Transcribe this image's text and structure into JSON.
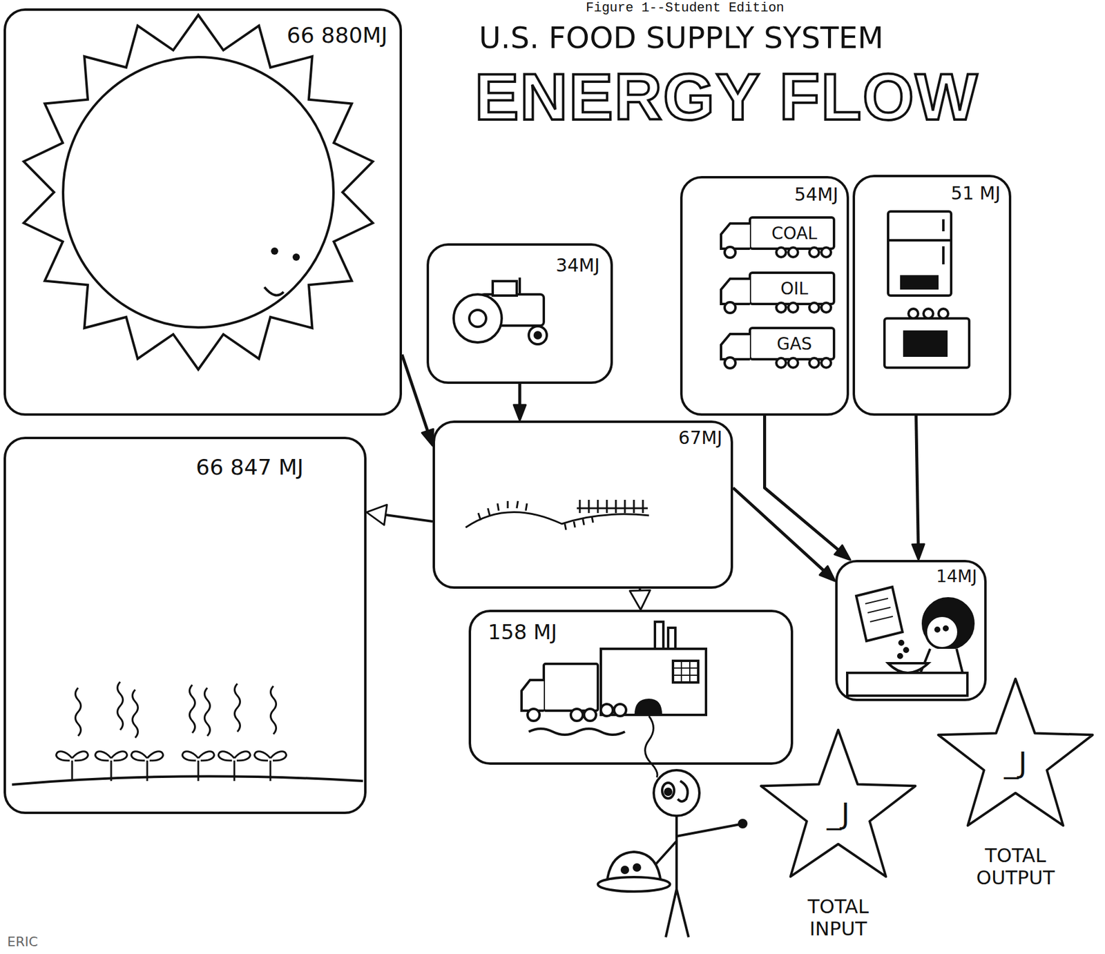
{
  "diagram": {
    "title": "ENERGY FLOW",
    "nodes": [
      {
        "text": [
          "66 880MJ"
        ]
      },
      {
        "text": [
          "34MJ"
        ]
      },
      {
        "text": [
          "67MJ"
        ]
      },
      {
        "text": [
          "54MJ",
          "COAL",
          "OIL",
          "GAS"
        ]
      },
      {
        "text": [
          "51 MJ"
        ]
      },
      {
        "text": [
          "14MJ"
        ]
      },
      {
        "text": [
          "66 847 MJ"
        ]
      },
      {
        "text": [
          "158 MJ"
        ]
      },
      {
        "text": [
          "_J",
          "TOTAL INPUT"
        ]
      },
      {
        "text": [
          "_J",
          "TOTAL OUTPUT"
        ]
      }
    ],
    "edges": [
      {
        "from": 0,
        "to": 2,
        "arrow": "to"
      },
      {
        "from": 1,
        "to": 2,
        "arrow": "to"
      },
      {
        "from": 2,
        "to": 6,
        "arrow": "to"
      },
      {
        "from": 2,
        "to": 7,
        "arrow": "to"
      },
      {
        "from": 2,
        "to": 5,
        "arrow": "to"
      },
      {
        "from": 3,
        "to": 5,
        "arrow": "to"
      },
      {
        "from": 4,
        "to": 5,
        "arrow": "to"
      }
    ],
    "labels": [
      "Figure 1--Student Edition",
      "U.S. FOOD SUPPLY SYSTEM",
      "ERIC"
    ]
  }
}
